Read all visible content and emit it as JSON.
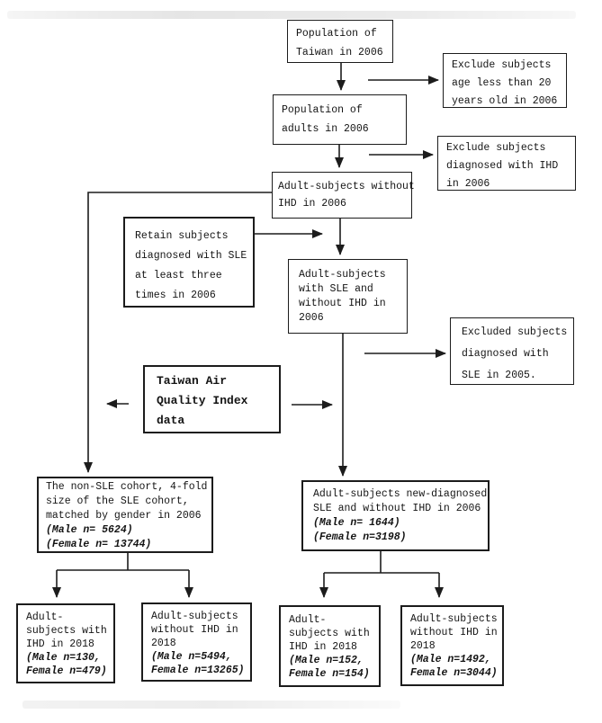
{
  "colors": {
    "line": "#1c1c1c",
    "background": "#ffffff"
  },
  "boxes": {
    "population_taiwan": {
      "lines": [
        "Population of",
        "Taiwan in 2006"
      ]
    },
    "exclude_age": {
      "lines": [
        "Exclude subjects",
        "age less than 20",
        "years old in 2006"
      ]
    },
    "population_adults": {
      "lines": [
        "Population of",
        "adults in 2006"
      ]
    },
    "exclude_ihd": {
      "lines": [
        "Exclude subjects",
        "diagnosed with IHD",
        "in 2006"
      ]
    },
    "adults_without_ihd": {
      "lines": [
        "Adult-subjects without",
        "IHD in 2006"
      ]
    },
    "retain_sle": {
      "lines": [
        "Retain subjects",
        "diagnosed with SLE",
        "at least three",
        "times in 2006"
      ]
    },
    "sle_without_ihd": {
      "lines": [
        "Adult-subjects",
        "with SLE and",
        "without IHD in",
        "2006"
      ]
    },
    "excluded_sle_2005": {
      "lines": [
        "Excluded subjects",
        "diagnosed with",
        "SLE in 2005."
      ]
    },
    "taiwan_aqi": {
      "lines": [
        "Taiwan Air",
        "Quality Index",
        "data"
      ]
    },
    "non_sle_cohort": {
      "lines": [
        "The non-SLE cohort, 4-fold",
        "size of the SLE cohort,",
        "matched by gender in 2006"
      ],
      "stats": [
        "(Male n= 5624)",
        "(Female n= 13744)"
      ]
    },
    "new_sle_cohort": {
      "lines": [
        "Adult-subjects new-diagnosed",
        "SLE and without IHD in 2006"
      ],
      "stats": [
        "(Male n= 1644)",
        "(Female n=3198)"
      ]
    },
    "nonsle_with_ihd_2018": {
      "lines": [
        "Adult-",
        "subjects with",
        "IHD in 2018"
      ],
      "stats": [
        "(Male n=130,",
        "Female n=479)"
      ]
    },
    "nonsle_without_ihd_2018": {
      "lines": [
        "Adult-subjects",
        "without IHD in",
        "2018"
      ],
      "stats": [
        "(Male n=5494,",
        "Female n=13265)"
      ]
    },
    "sle_with_ihd_2018": {
      "lines": [
        "Adult-",
        "subjects with",
        "IHD in 2018"
      ],
      "stats": [
        "(Male n=152,",
        "Female n=154)"
      ]
    },
    "sle_without_ihd_2018": {
      "lines": [
        "Adult-subjects",
        "without IHD in",
        "2018"
      ],
      "stats": [
        "(Male n=1492,",
        "Female n=3044)"
      ]
    }
  }
}
